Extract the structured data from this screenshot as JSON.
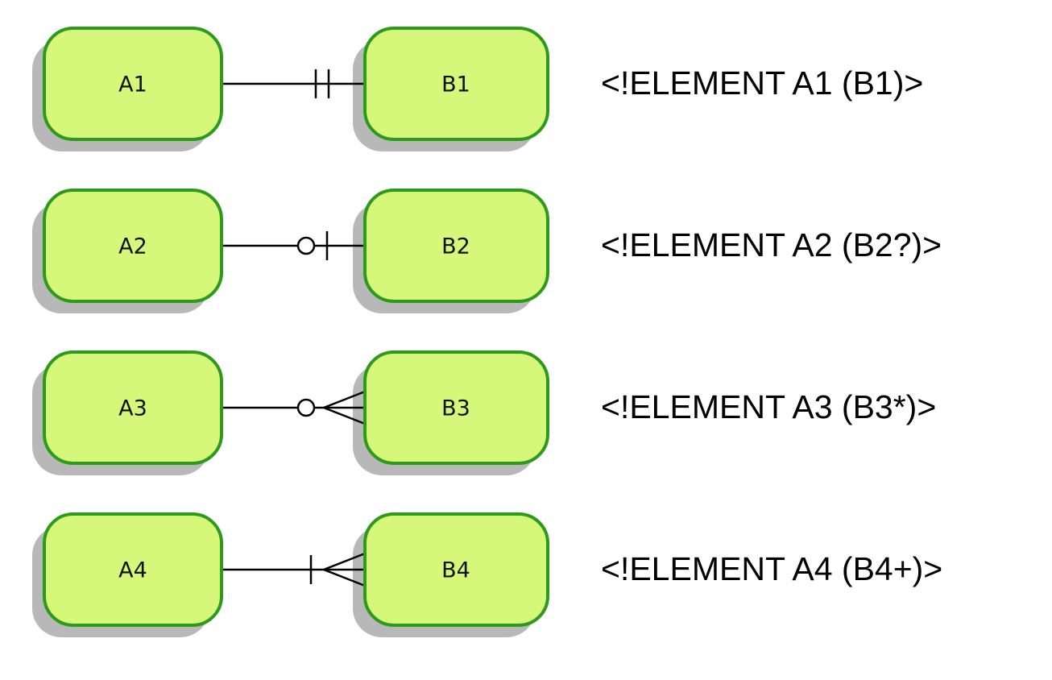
{
  "rows": [
    {
      "left_entity": "A1",
      "right_entity": "B1",
      "relationship_symbol": "one-and-only-one",
      "declaration": "<!ELEMENT A1 (B1)>"
    },
    {
      "left_entity": "A2",
      "right_entity": "B2",
      "relationship_symbol": "zero-or-one",
      "declaration": "<!ELEMENT A2 (B2?)>"
    },
    {
      "left_entity": "A3",
      "right_entity": "B3",
      "relationship_symbol": "zero-or-many",
      "declaration": "<!ELEMENT A3 (B3*)>"
    },
    {
      "left_entity": "A4",
      "right_entity": "B4",
      "relationship_symbol": "one-or-many",
      "declaration": "<!ELEMENT A4 (B4+)>"
    }
  ],
  "colors": {
    "box_fill": "#d6f87a",
    "box_border": "#2e9a1c",
    "line": "#000000"
  }
}
